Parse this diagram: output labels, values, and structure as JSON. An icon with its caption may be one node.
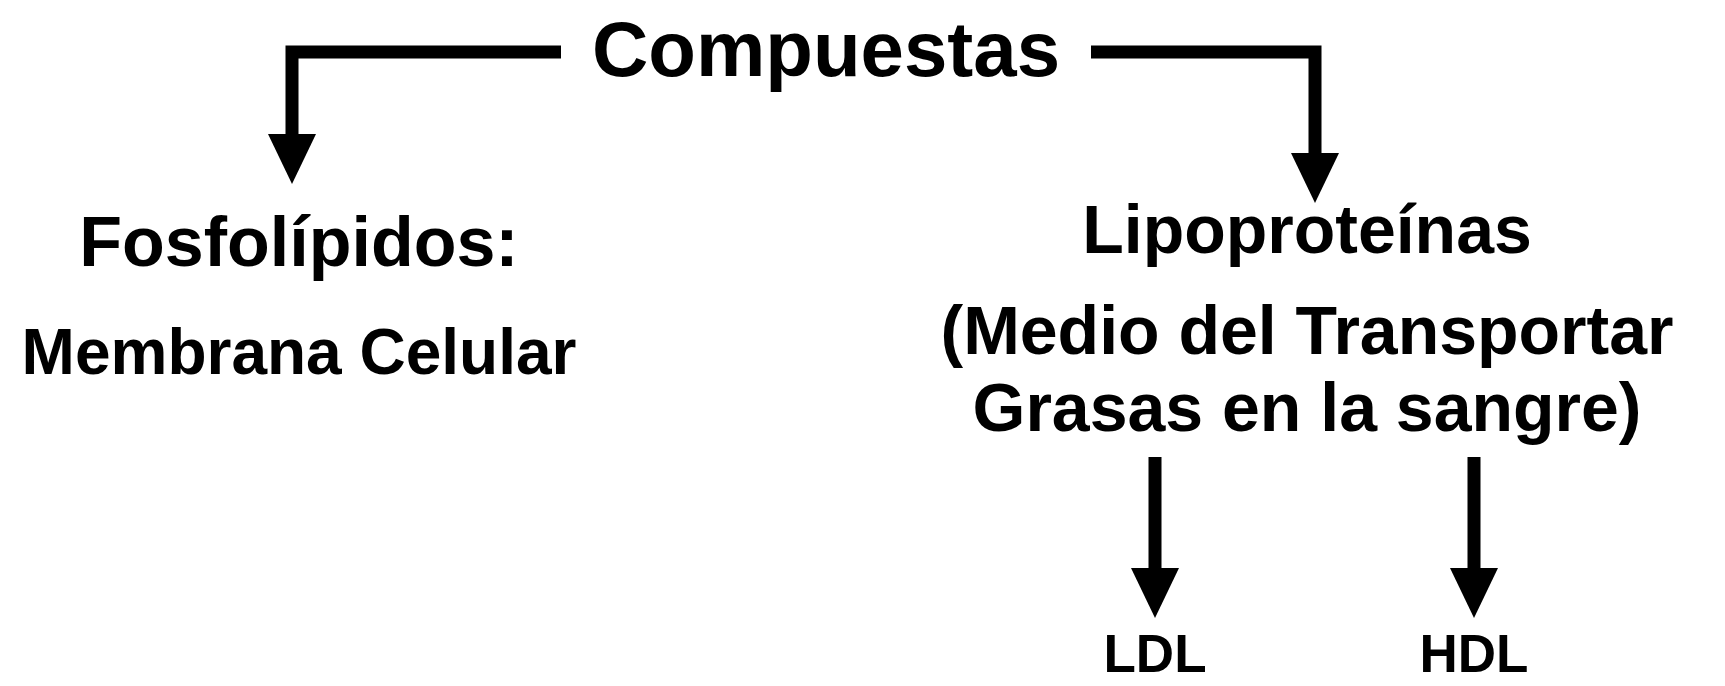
{
  "diagram": {
    "nodes": [
      {
        "text": [
          "Compuestas"
        ]
      },
      {
        "text": [
          "Fosfolípidos:",
          "Membrana Celular"
        ]
      },
      {
        "text": [
          "Lipoproteínas",
          "(Medio del Transportar Grasas en la sangre)"
        ]
      },
      {
        "text": [
          "LDL"
        ]
      },
      {
        "text": [
          "HDL"
        ]
      }
    ],
    "edges": [
      {
        "from": 0,
        "to": 1,
        "arrow": "to"
      },
      {
        "from": 0,
        "to": 2,
        "arrow": "to"
      },
      {
        "from": 2,
        "to": 3,
        "arrow": "to"
      },
      {
        "from": 2,
        "to": 4,
        "arrow": "to"
      }
    ]
  }
}
